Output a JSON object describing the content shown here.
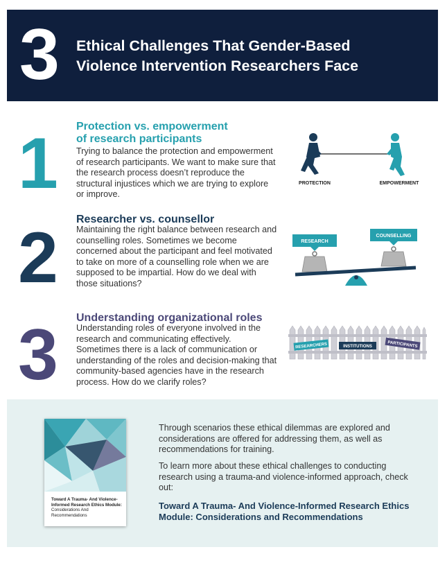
{
  "header": {
    "number": "3",
    "title_line1": "Ethical Challenges That Gender-Based",
    "title_line2": "Violence Intervention Researchers Face"
  },
  "items": [
    {
      "number": "1",
      "heading_line1": "Protection vs. empowerment",
      "heading_line2": "of research participants",
      "body": "Trying to balance the protection and empowerment of research participants. We want to make sure that the research process doesn’t reproduce the structural injustices which we are trying to explore or improve.",
      "illus_labels": [
        "PROTECTION",
        "EMPOWERMENT"
      ]
    },
    {
      "number": "2",
      "heading_line1": "Researcher vs. counsellor",
      "body": "Maintaining the right balance between research and counselling roles. Sometimes we become concerned about the participant and feel motivated to take on more of a counselling role when we are supposed to be impartial. How do we deal with those situations?",
      "illus_labels": [
        "RESEARCH",
        "COUNSELLING"
      ]
    },
    {
      "number": "3",
      "heading_line1": "Understanding organizational roles",
      "body": "Understanding roles of everyone involved in the research and communicating effectively. Sometimes there is a lack of communication or understanding of the roles and decision-making that community-based agencies have in the research process. How do we clarify roles?",
      "illus_labels": [
        "RESEARCHERS",
        "INSTITUTIONS",
        "PARTICIPANTS"
      ]
    }
  ],
  "footer": {
    "cover_title": "Toward A Trauma- And Violence-Informed Research Ethics Module:",
    "cover_subtitle": "Considerations And Recommendations",
    "para1": "Through scenarios these ethical dilemmas are explored and considerations are offered for addressing them, as well as recommendations for training.",
    "para2": "To learn more about these ethical challenges to conducting research using a trauma-and violence-informed approach, check out:",
    "link_text": "Toward A Trauma- And Violence-Informed Research Ethics Module: Considerations and Recommendations"
  },
  "colors": {
    "navy": "#0f1f3d",
    "teal": "#26a0ae",
    "dark_blue": "#1b3b58",
    "purple": "#4b4878",
    "footer_bg": "#e6f1f1"
  }
}
